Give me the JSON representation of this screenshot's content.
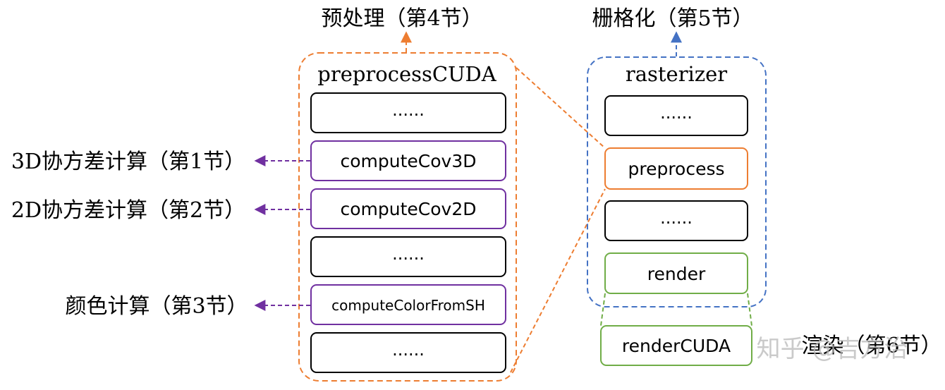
{
  "preprocess_group": {
    "title": "preprocessCUDA",
    "header": "预处理（第4节）",
    "boxes": [
      {
        "label": "......"
      },
      {
        "label": "computeCov3D",
        "note": "3D协方差计算（第1节）"
      },
      {
        "label": "computeCov2D",
        "note": "2D协方差计算（第2节）"
      },
      {
        "label": "......"
      },
      {
        "label": "computeColorFromSH",
        "note": "颜色计算（第3节）"
      },
      {
        "label": "......"
      }
    ]
  },
  "rasterizer_group": {
    "title": "rasterizer",
    "header": "栅格化（第5节）",
    "boxes": [
      {
        "label": "......"
      },
      {
        "label": "preprocess"
      },
      {
        "label": "......"
      },
      {
        "label": "render"
      }
    ]
  },
  "render_cuda": {
    "label": "renderCUDA",
    "note": "渲染（第6节）"
  },
  "watermark": "知乎 @吉方治",
  "colors": {
    "orange": "#ED7D31",
    "blue": "#4472C4",
    "purple": "#7030A0",
    "green": "#70AD47",
    "black": "#000000"
  }
}
